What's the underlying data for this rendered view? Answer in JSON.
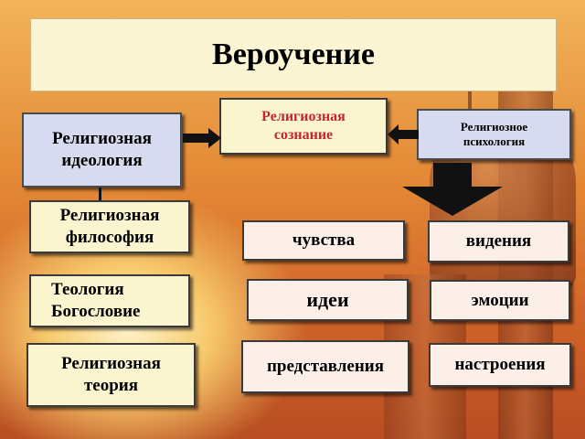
{
  "title": "Вероучение",
  "center": {
    "label": "Религиозная сознание",
    "color": "#c0282e"
  },
  "left_top": {
    "label": "Религиозная идеология"
  },
  "right_top": {
    "label": "Религиозное психология"
  },
  "left_column": [
    {
      "label": "Религиозная философия"
    },
    {
      "label": "Теология Богословие"
    },
    {
      "label": "Религиозная теория"
    }
  ],
  "middle_column": [
    {
      "label": "чувства"
    },
    {
      "label": "идеи"
    },
    {
      "label": "представления"
    }
  ],
  "right_column": [
    {
      "label": "видения"
    },
    {
      "label": "эмоции"
    },
    {
      "label": "настроения"
    }
  ]
}
